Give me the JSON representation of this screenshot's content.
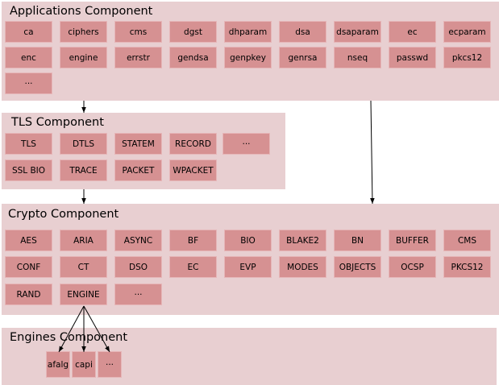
{
  "components": [
    {
      "title": "Applications Component",
      "items": [
        "ca",
        "ciphers",
        "cms",
        "dgst",
        "dhparam",
        "dsa",
        "dsaparam",
        "ec",
        "ecparam",
        "enc",
        "engine",
        "errstr",
        "gendsa",
        "genpkey",
        "genrsa",
        "nseq",
        "passwd",
        "pkcs12",
        "···"
      ]
    },
    {
      "title": "TLS Component",
      "items": [
        "TLS",
        "DTLS",
        "STATEM",
        "RECORD",
        "···",
        "SSL BIO",
        "TRACE",
        "PACKET",
        "WPACKET"
      ]
    },
    {
      "title": "Crypto Component",
      "items": [
        "AES",
        "ARIA",
        "ASYNC",
        "BF",
        "BIO",
        "BLAKE2",
        "BN",
        "BUFFER",
        "CMS",
        "CONF",
        "CT",
        "DSO",
        "EC",
        "EVP",
        "MODES",
        "OBJECTS",
        "OCSP",
        "PKCS12",
        "RAND",
        "ENGINE",
        "···"
      ]
    },
    {
      "title": "Engines Component",
      "items": [
        "afalg",
        "capi",
        "···"
      ]
    }
  ],
  "colors": {
    "panel": "#e8cfd1",
    "box": "#d69192",
    "arrow": "#000000"
  }
}
